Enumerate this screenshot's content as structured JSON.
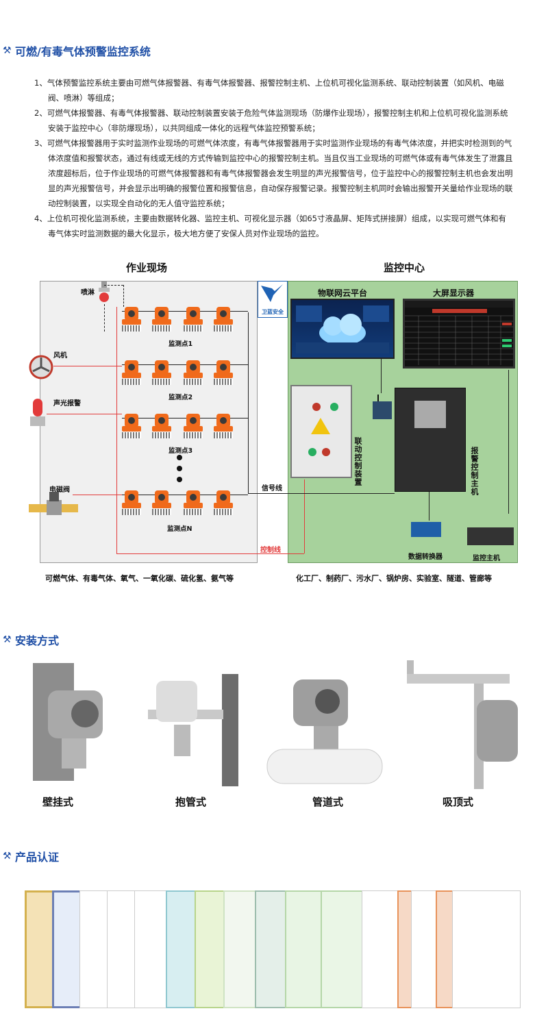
{
  "sections": {
    "s1": "可燃/有毒气体预警监控系统",
    "s2": "安装方式",
    "s3": "产品认证"
  },
  "intro": [
    "1、气体预警监控系统主要由可燃气体报警器、有毒气体报警器、报警控制主机、上位机可视化监测系统、联动控制装置（如风机、电磁阀、喷淋）等组成；",
    "2、可燃气体报警器、有毒气体报警器、联动控制装置安装于危险气体监测现场（防爆作业现场），报警控制主机和上位机可视化监测系统安装于监控中心（非防爆现场），以共同组成一体化的远程气体监控预警系统；",
    "3、可燃气体报警器用于实时监测作业现场的可燃气体浓度，有毒气体报警器用于实时监测作业现场的有毒气体浓度，并把实时检测到的气体浓度值和报警状态，通过有线或无线的方式传输到监控中心的报警控制主机。当且仅当工业现场的可燃气体或有毒气体发生了泄露且浓度超标后，位于作业现场的可燃气体报警器和有毒气体报警器会发生明显的声光报警信号，位于监控中心的报警控制主机也会发出明显的声光报警信号，并会显示出明确的报警位置和报警信息，自动保存报警记录。报警控制主机同时会输出报警开关量给作业现场的联动控制装置，以实现全自动化的无人值守监控系统；",
    "4、上位机可视化监测系统，主要由数据转化器、监控主机、可视化显示器（如65寸液晶屏、矩阵式拼接屏）组成，以实现可燃气体和有毒气体实时监测数据的最大化显示，极大地方便了安保人员对作业现场的监控。"
  ],
  "diagram": {
    "field_title": "作业现场",
    "center_title": "监控中心",
    "logo": "卫蓝安全",
    "devices": {
      "spray": "喷淋",
      "fan": "风机",
      "alarm": "声光报警",
      "valve": "电磁阀"
    },
    "points": [
      "监测点1",
      "监测点2",
      "监测点3",
      "监测点N"
    ],
    "cloud": "物联网云平台",
    "bigscreen": "大屏显示器",
    "linkage": "联动控制装置",
    "host": "报警控制主机",
    "converter": "数据转换器",
    "pc": "监控主机",
    "signal": "信号线",
    "control": "控制线",
    "left_caption": "可燃气体、有毒气体、氧气、一氧化碳、硫化氢、氨气等",
    "right_caption": "化工厂、制药厂、污水厂、锅炉房、实验室、隧道、管廊等"
  },
  "mounts": [
    "壁挂式",
    "抱管式",
    "管道式",
    "吸顶式"
  ],
  "colors": {
    "accent": "#1f4fa6",
    "detector": "#f06a1b",
    "center_bg": "#a7d29c",
    "control_line": "#e23b3b"
  }
}
